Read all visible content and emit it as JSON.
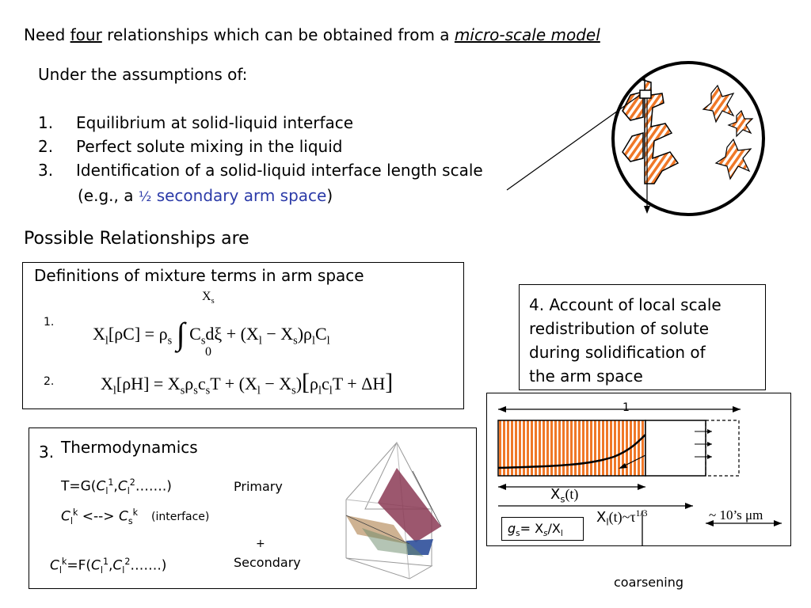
{
  "title": {
    "part1": "Need ",
    "four": "four",
    "part2": " relationships which can be obtained from a ",
    "micro": "micro-scale model"
  },
  "assumptions": {
    "heading": "Under the assumptions of:",
    "items": [
      {
        "num": "1.",
        "text": "Equilibrium at solid-liquid interface"
      },
      {
        "num": "2.",
        "text": "Perfect solute mixing in the liquid"
      },
      {
        "num": "3.",
        "text": "Identification of a solid-liquid interface length scale"
      }
    ],
    "eg_prefix": "(e.g., a ",
    "eg_half": "½",
    "eg_arm": " secondary arm space",
    "eg_suffix": ")"
  },
  "possible": "Possible Relationships are",
  "definitions": {
    "title": "Definitions of mixture terms  in arm space",
    "eq1_num": "1.",
    "eq2_num": "2.",
    "eq1_upper": "X",
    "eq1_upper_sub": "s",
    "eq1_lower": "0"
  },
  "box4": {
    "lines": [
      "4. Account of local scale",
      "redistribution of solute",
      "during solidification of",
      "the arm space"
    ]
  },
  "thermo": {
    "num": "3.",
    "title": "Thermodynamics",
    "primary": "Primary",
    "interface": "(interface)",
    "plus": "+",
    "secondary": "Secondary"
  },
  "arm_diagram": {
    "one": "1",
    "xs": "X",
    "xs_sub": "s",
    "xs_t": "(t)",
    "xl": "X",
    "xl_sub": "l",
    "xl_t": "(t)~τ",
    "xl_sup": "1/3",
    "scale": "~ 10’s μm",
    "gs": "g",
    "gs_sub": "s",
    "gs_eq": "= X",
    "gs_eq_sub": "s",
    "gs_div": "/X",
    "gs_div_sub": "l",
    "coarsening": "coarsening"
  },
  "colors": {
    "dendrite_orange": "#f07828",
    "box_border": "#000000",
    "link_blue": "#2b3aa8"
  }
}
